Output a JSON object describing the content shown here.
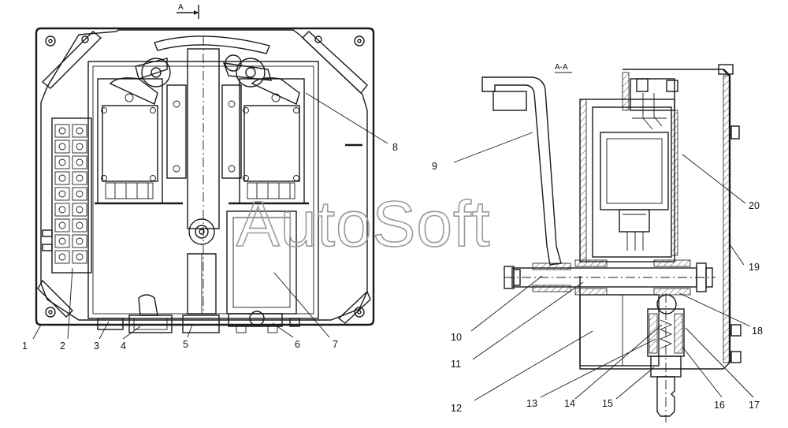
{
  "section_marker": "A",
  "section_title": "A-A",
  "watermark": "AutoSoft",
  "callouts": [
    "1",
    "2",
    "3",
    "4",
    "5",
    "6",
    "7",
    "8",
    "9",
    "10",
    "11",
    "12",
    "13",
    "14",
    "15",
    "16",
    "17",
    "18",
    "19",
    "20"
  ]
}
